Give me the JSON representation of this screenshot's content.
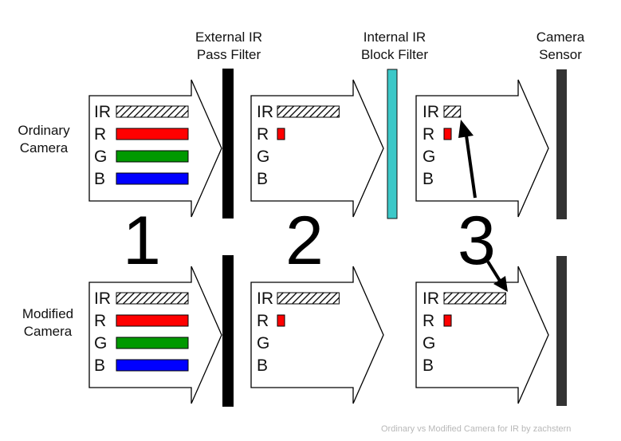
{
  "headers": {
    "external_filter": [
      "External IR",
      "Pass Filter"
    ],
    "internal_filter": [
      "Internal IR",
      "Block Filter"
    ],
    "sensor": [
      "Camera",
      "Sensor"
    ]
  },
  "rows": {
    "ordinary": [
      "Ordinary",
      "Camera"
    ],
    "modified": [
      "Modified",
      "Camera"
    ]
  },
  "stage_numbers": [
    "1",
    "2",
    "3"
  ],
  "channel_labels": [
    "IR",
    "R",
    "G",
    "B"
  ],
  "panels": {
    "ordinary": [
      {
        "IR": 1.0,
        "R": 1.0,
        "G": 1.0,
        "B": 1.0
      },
      {
        "IR": 0.86,
        "R": 0.1,
        "G": 0,
        "B": 0
      },
      {
        "IR": 0.23,
        "R": 0.1,
        "G": 0,
        "B": 0
      }
    ],
    "modified": [
      {
        "IR": 1.0,
        "R": 1.0,
        "G": 1.0,
        "B": 1.0
      },
      {
        "IR": 0.86,
        "R": 0.1,
        "G": 0,
        "B": 0
      },
      {
        "IR": 0.86,
        "R": 0.1,
        "G": 0,
        "B": 0
      }
    ]
  },
  "colors": {
    "R": "#ff0000",
    "G": "#009900",
    "B": "#0000ff",
    "ir_hatch": "#000000",
    "ext_filter": "#000000",
    "int_filter": "#3cc8c8",
    "sensor": "#333333"
  },
  "footer": "Ordinary vs Modified Camera for IR by zachstern"
}
